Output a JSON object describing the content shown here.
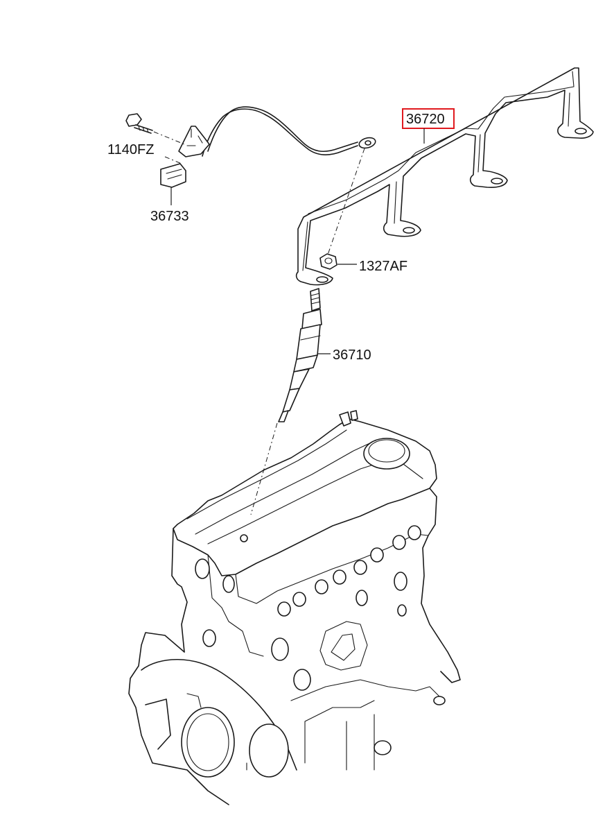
{
  "diagram": {
    "part_labels": [
      {
        "id": "p36720",
        "text": "36720",
        "highlighted": true
      },
      {
        "id": "p36733",
        "text": "36733",
        "highlighted": false
      },
      {
        "id": "p1140fz",
        "text": "1140FZ",
        "highlighted": false
      },
      {
        "id": "p1327af",
        "text": "1327AF",
        "highlighted": false
      },
      {
        "id": "p36710",
        "text": "36710",
        "highlighted": false
      }
    ],
    "highlight_color": "#e0191e",
    "line_color": "#1a1a1a"
  }
}
